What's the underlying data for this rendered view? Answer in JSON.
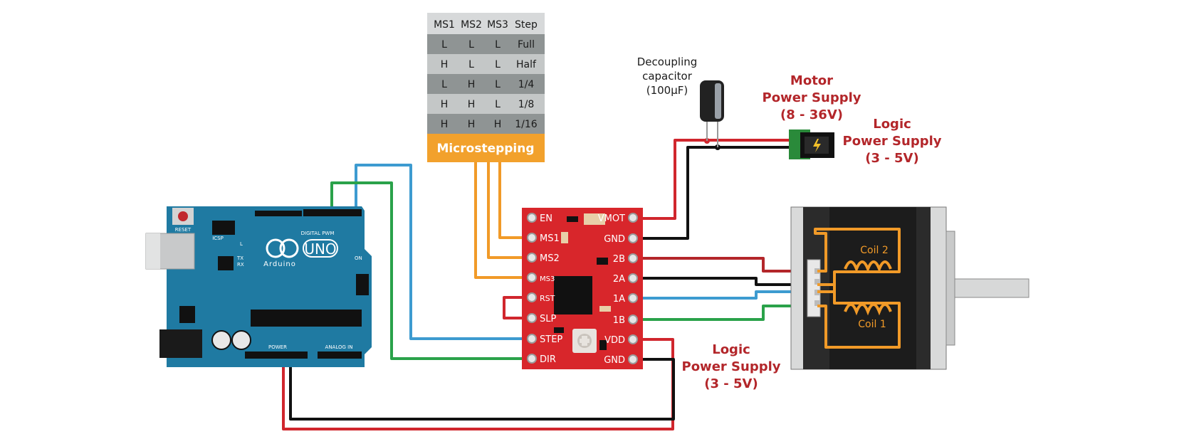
{
  "table": {
    "headers": [
      "MS1",
      "MS2",
      "MS3",
      "Step"
    ],
    "rows": [
      [
        "L",
        "L",
        "L",
        "Full"
      ],
      [
        "H",
        "L",
        "L",
        "Half"
      ],
      [
        "L",
        "H",
        "L",
        "1/4"
      ],
      [
        "H",
        "H",
        "L",
        "1/8"
      ],
      [
        "H",
        "H",
        "H",
        "1/16"
      ]
    ],
    "footer": "Microstepping"
  },
  "capacitor": {
    "line1": "Decoupling",
    "line2": "capacitor",
    "line3": "(100µF)"
  },
  "motor_supply": {
    "line1": "Motor",
    "line2": "Power Supply",
    "line3": "(8 - 36V)"
  },
  "logic_supply_top": {
    "line1": "Logic",
    "line2": "Power Supply",
    "line3": "(3 - 5V)"
  },
  "logic_supply_bottom": {
    "line1": "Logic",
    "line2": "Power Supply",
    "line3": "(3 - 5V)"
  },
  "driver": {
    "left_pins": [
      "EN",
      "MS1",
      "MS2",
      "MS3",
      "RST",
      "SLP",
      "STEP",
      "DIR"
    ],
    "right_pins": [
      "VMOT",
      "GND",
      "2B",
      "2A",
      "1A",
      "1B",
      "VDD",
      "GND"
    ]
  },
  "motor": {
    "coil2": "Coil 2",
    "coil1": "Coil 1"
  },
  "arduino": {
    "uno": "UNO",
    "brand": "Arduino",
    "reset": "RESET",
    "digital": "DIGITAL PWM",
    "power": "POWER",
    "analog": "ANALOG IN",
    "icsp": "ICSP",
    "on": "ON",
    "l": "L",
    "tx": "TX",
    "rx": "RX"
  },
  "colors": {
    "red_wire": "#d0262d",
    "black_wire": "#111111",
    "blue_wire": "#3d9bd0",
    "green_wire": "#2aa24a",
    "orange_wire": "#f19a28",
    "driver_board": "#d8262b",
    "arduino_board": "#1f7aa2",
    "table_header": "#d7d9da",
    "table_dark": "#8f9494",
    "table_light": "#c4c7c7",
    "table_footer": "#f2a12c"
  }
}
